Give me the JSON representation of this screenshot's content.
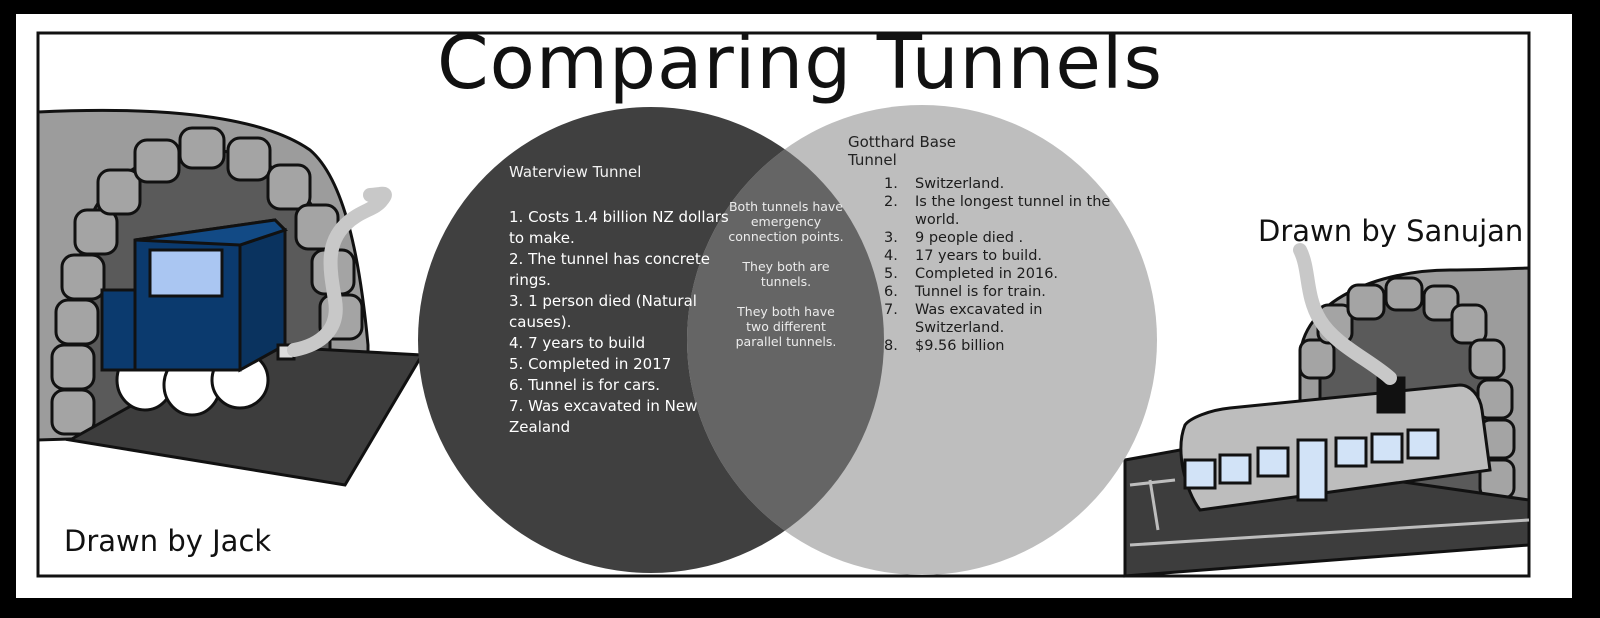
{
  "title": "Comparing Tunnels",
  "colors": {
    "frame": "#000000",
    "panel": "#ffffff",
    "left_circle": "#404040",
    "right_circle": "#bebebe",
    "overlap": "#656565",
    "truck_blue": "#0b3a6e",
    "stone": "#9e9e9e",
    "road": "#3d3d3d"
  },
  "credits": {
    "left": "Drawn by Jack",
    "right": "Drawn by Sanujan"
  },
  "venn": {
    "left": {
      "heading": "Waterview Tunnel",
      "items": [
        "1. Costs 1.4 billion NZ dollars to make.",
        "2. The tunnel has concrete rings.",
        "3. 1 person died (Natural causes).",
        "4. 7 years to build",
        "5. Completed in 2017",
        "6. Tunnel is for cars.",
        "7. Was excavated in New Zealand"
      ]
    },
    "shared": {
      "items": [
        "Both tunnels have emergency connection points.",
        "They both are tunnels.",
        "They both have two different parallel tunnels."
      ]
    },
    "right": {
      "heading": "Gotthard Base Tunnel",
      "items": [
        {
          "num": "1.",
          "text": "Switzerland."
        },
        {
          "num": "2.",
          "text": "Is the longest tunnel in the world."
        },
        {
          "num": "3.",
          "text": "9 people died ."
        },
        {
          "num": "4.",
          "text": "17 years to build."
        },
        {
          "num": "5.",
          "text": "Completed in 2016."
        },
        {
          "num": "6.",
          "text": "Tunnel is for train."
        },
        {
          "num": "7.",
          "text": "Was excavated in Switzerland."
        },
        {
          "num": "8.",
          "text": "$9.56 billion"
        }
      ]
    }
  }
}
